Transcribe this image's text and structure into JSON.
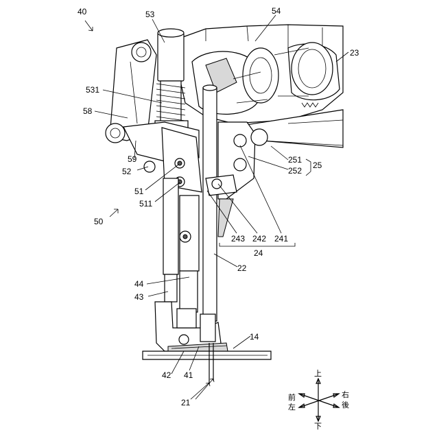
{
  "figure": {
    "labels": {
      "l40": "40",
      "l53": "53",
      "l54": "54",
      "l23": "23",
      "l531": "531",
      "l58": "58",
      "l59": "59",
      "l52": "52",
      "l51": "51",
      "l511": "511",
      "l50": "50",
      "l251": "251",
      "l252": "252",
      "l25": "25",
      "l243": "243",
      "l242": "242",
      "l241": "241",
      "l24": "24",
      "l22": "22",
      "l44": "44",
      "l43": "43",
      "l14": "14",
      "l42": "42",
      "l41": "41",
      "l21": "21"
    },
    "directions": {
      "up": "上",
      "down": "下",
      "front": "前",
      "left": "左",
      "right": "右",
      "back": "後"
    }
  }
}
